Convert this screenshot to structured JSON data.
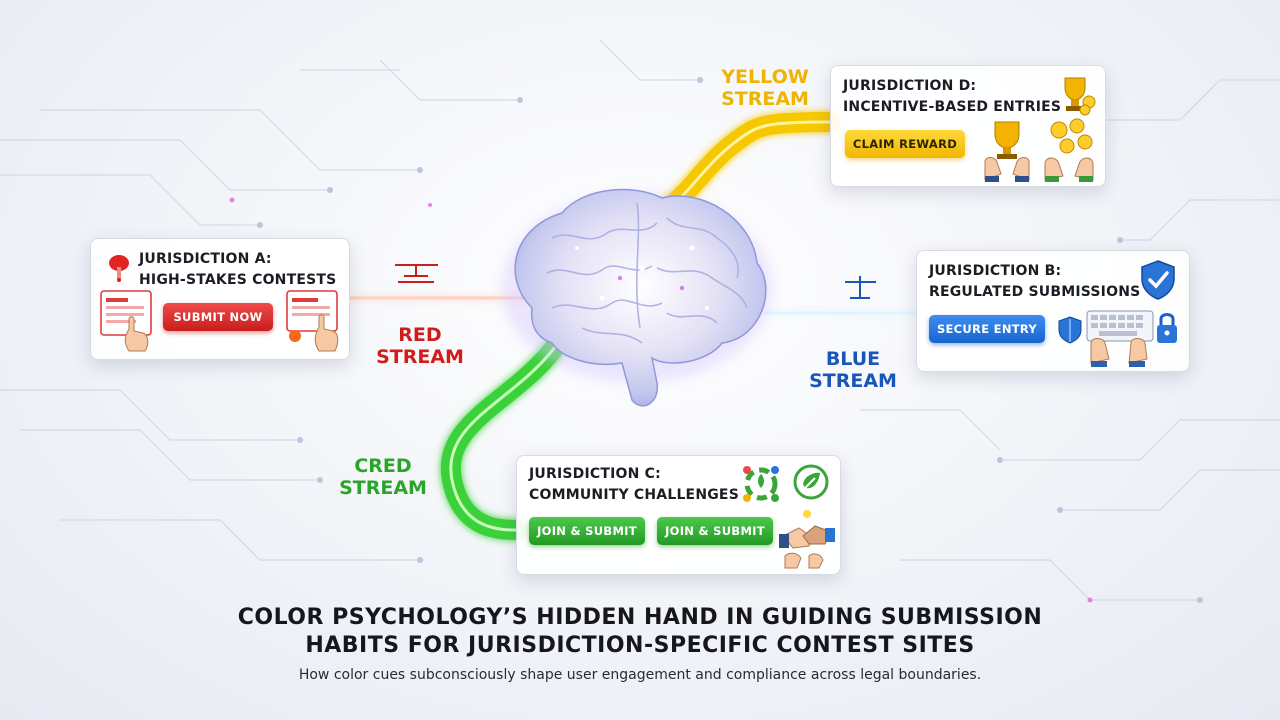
{
  "streams": {
    "yellow": {
      "line1": "YELLOW",
      "line2": "STREAM",
      "color": "#f2b800"
    },
    "red": {
      "line1": "RED",
      "line2": "STREAM",
      "color": "#d21b1b"
    },
    "blue": {
      "line1": "BLUE",
      "line2": "STREAM",
      "color": "#1a56b8"
    },
    "green": {
      "line1": "CRED",
      "line2": "STREAM",
      "color": "#2aa52a"
    }
  },
  "cards": {
    "a": {
      "title_line1": "JURISDICTION A:",
      "title_line2": "HIGH-STAKES CONTESTS",
      "button": "SUBMIT NOW"
    },
    "d": {
      "title_line1": "JURISDICTION D:",
      "title_line2": "INCENTIVE-BASED ENTRIES",
      "button": "CLAIM REWARD"
    },
    "b": {
      "title_line1": "JURISDICTION B:",
      "title_line2": "REGULATED SUBMISSIONS",
      "button": "SECURE ENTRY"
    },
    "c": {
      "title_line1": "JURISDICTION C:",
      "title_line2": "COMMUNITY CHALLENGES",
      "button_1": "JOIN & SUBMIT",
      "button_2": "JOIN & SUBMIT"
    }
  },
  "heading": {
    "line1": "COLOR PSYCHOLOGY’S HIDDEN HAND IN GUIDING SUBMISSION",
    "line2": "HABITS FOR JURISDICTION-SPECIFIC CONTEST SITES",
    "subtitle": "How color cues subconsciously shape user engagement and compliance across legal boundaries."
  },
  "icons": {
    "brain": "brain-icon",
    "red": [
      "red-pin-icon",
      "form-hand-icon",
      "target-form-icon",
      "gauge-icon"
    ],
    "yellow": [
      "trophy-coin-icon",
      "trophy-hands-icon",
      "coins-hand-icon"
    ],
    "blue": [
      "shield-check-icon",
      "shield-icon",
      "keyboard-lock-icon",
      "scale-icon"
    ],
    "green": [
      "community-icon",
      "leaf-check-icon",
      "handshake-icon"
    ]
  }
}
